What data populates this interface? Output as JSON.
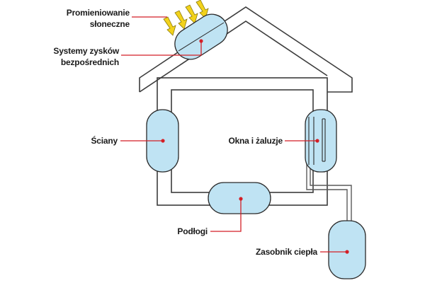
{
  "colors": {
    "outline": "#3c3c3c",
    "component_fill": "#bfe3f3",
    "component_stroke": "#2a2a2a",
    "leader": "#d41f26",
    "sun_arrows": "#f2d21b",
    "pipe": "#5a5a5a"
  },
  "labels": {
    "solar_radiation_line1": "Promieniowanie",
    "solar_radiation_line2": "słoneczne",
    "direct_gain_line1": "Systemy zysków",
    "direct_gain_line2": "bezpośrednich",
    "walls": "Ściany",
    "windows": "Okna i żaluzje",
    "floors": "Podłogi",
    "storage": "Zasobnik ciepła"
  }
}
